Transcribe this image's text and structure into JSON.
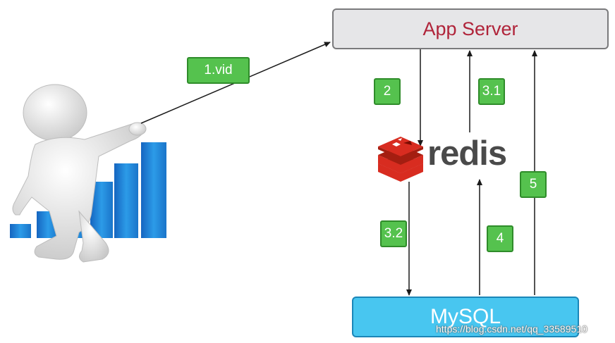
{
  "app_server": {
    "label": "App Server"
  },
  "mysql": {
    "label": "MySQL"
  },
  "redis": {
    "label": "redis"
  },
  "steps": {
    "s1": "1.vid",
    "s2": "2",
    "s31": "3.1",
    "s32": "3.2",
    "s4": "4",
    "s5": "5"
  },
  "watermark": "https://blog.csdn.net/qq_33589510",
  "colors": {
    "step_tag": "#55c24e",
    "mysql": "#48c6f0",
    "app_server_text": "#b0243a",
    "redis_logo": "#d82c20",
    "chart_bars": "#1f88d9"
  },
  "icons": [
    "presenter-figure-icon",
    "bar-chart-icon",
    "redis-logo-icon"
  ]
}
